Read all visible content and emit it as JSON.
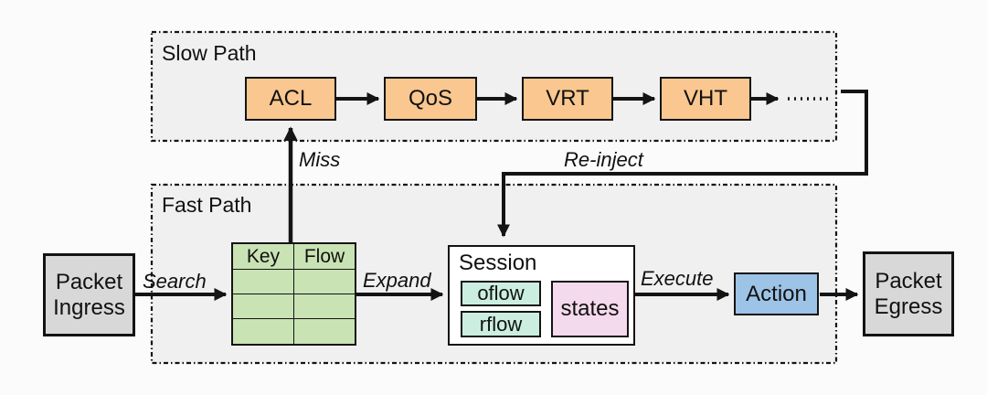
{
  "colors": {
    "canvas_bg": "#fbfbfb",
    "region_fill": "#f0f0f0",
    "stroke": "#141414",
    "orange_node": "#f9c78f",
    "green_table": "#c9e3b4",
    "mint_box": "#cbeee0",
    "pink_box": "#f5d9ec",
    "blue_node": "#9dc3e6",
    "gray_node": "#d8d8d8"
  },
  "regions": {
    "slow_path": {
      "label": "Slow Path"
    },
    "fast_path": {
      "label": "Fast Path"
    }
  },
  "slow_path_nodes": [
    {
      "label": "ACL"
    },
    {
      "label": "QoS"
    },
    {
      "label": "VRT"
    },
    {
      "label": "VHT"
    }
  ],
  "flow_table": {
    "headers": [
      "Key",
      "Flow"
    ],
    "empty_rows": 3
  },
  "session": {
    "title": "Session",
    "oflow": "oflow",
    "rflow": "rflow",
    "states": "states"
  },
  "action": {
    "label": "Action"
  },
  "endpoints": {
    "ingress": "Packet Ingress",
    "egress": "Packet Egress"
  },
  "edge_labels": {
    "search": "Search",
    "miss": "Miss",
    "expand": "Expand",
    "execute": "Execute",
    "reinject": "Re-inject"
  }
}
